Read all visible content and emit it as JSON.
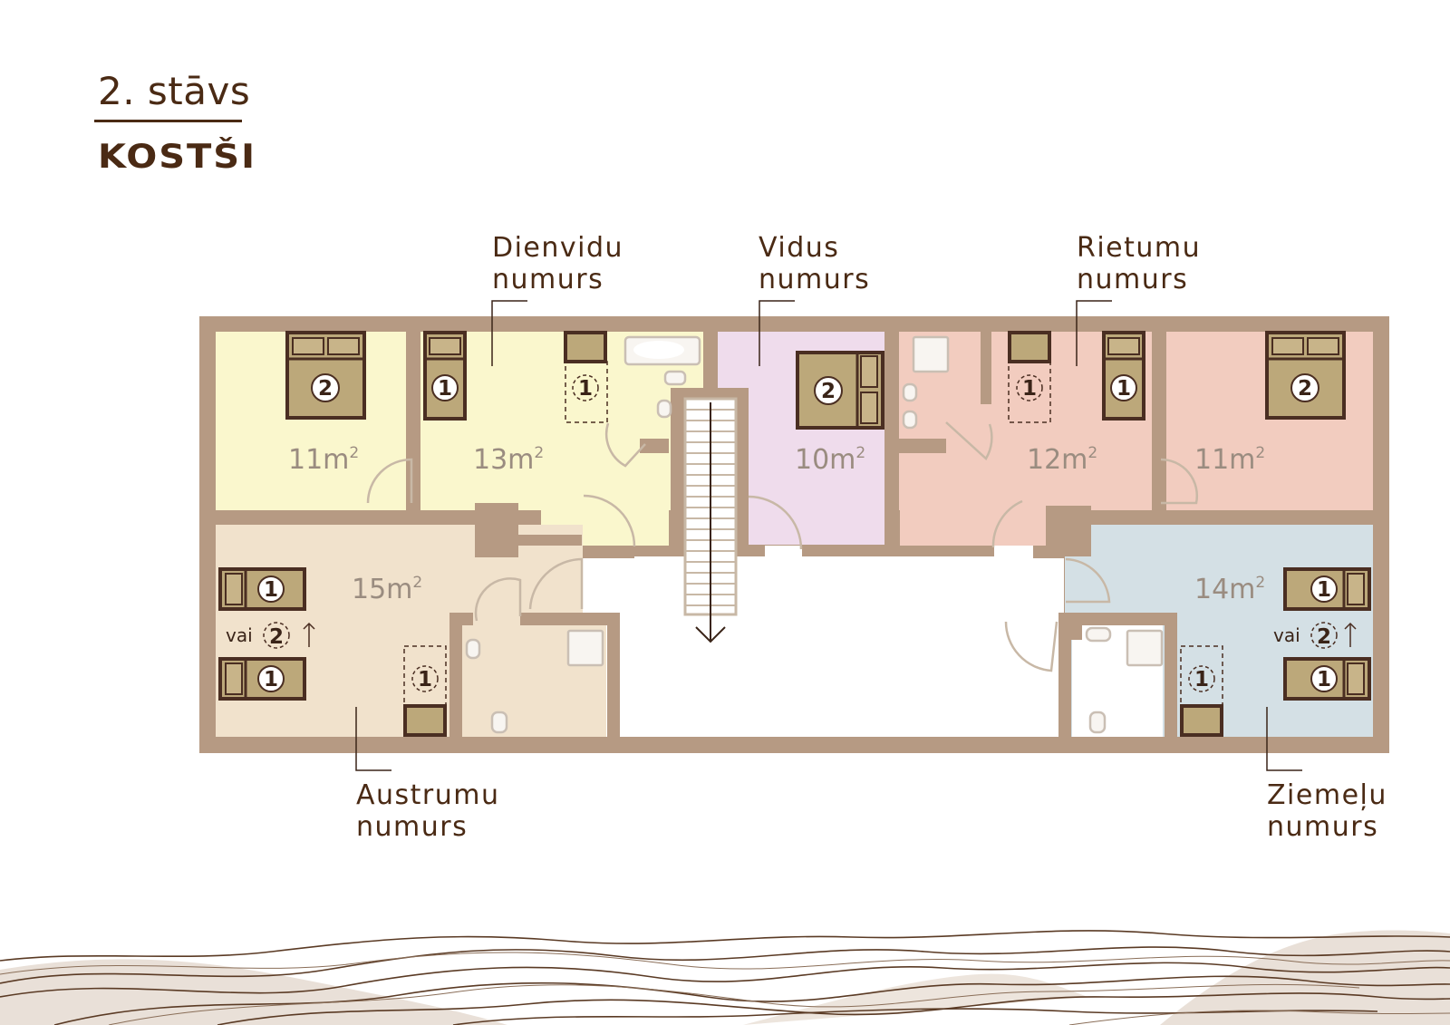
{
  "header": {
    "floor_title": "2. stāvs",
    "brand": "KOSTŠI"
  },
  "colors": {
    "wall": "#b69a83",
    "south_room": "#faf7cd",
    "middle_room": "#efdcec",
    "west_room": "#f2ccbf",
    "east_room": "#f1e2cc",
    "north_room": "#d4e0e5",
    "furniture": "#bca87a",
    "furniture_border": "#4a2e22",
    "text_dark": "#4a2a14",
    "area_text": "#9a8c80"
  },
  "rooms": [
    {
      "name": "Dienvidu\nnumurs",
      "line1": "Dienvidu",
      "line2": "numurs",
      "areas": [
        "11m2",
        "13m2"
      ]
    },
    {
      "name": "Vidus\nnumurs",
      "line1": "Vidus",
      "line2": "numurs",
      "areas": [
        "10m2"
      ]
    },
    {
      "name": "Rietumu\nnumurs",
      "line1": "Rietumu",
      "line2": "numurs",
      "areas": [
        "12m2",
        "11m2"
      ]
    },
    {
      "name": "Austrumu\nnumurs",
      "line1": "Austrumu",
      "line2": "numurs",
      "areas": [
        "15m2"
      ]
    },
    {
      "name": "Ziemeļu\nnumurs",
      "line1": "Ziemeļu",
      "line2": "numurs",
      "areas": [
        "14m2"
      ]
    }
  ],
  "area_labels": {
    "south_a": "11m",
    "south_b": "13m",
    "middle": "10m",
    "west_a": "12m",
    "west_b": "11m",
    "east": "15m",
    "north": "14m",
    "sup": "2"
  },
  "beds": {
    "one": "1",
    "two": "2"
  },
  "alt_label": "vai"
}
